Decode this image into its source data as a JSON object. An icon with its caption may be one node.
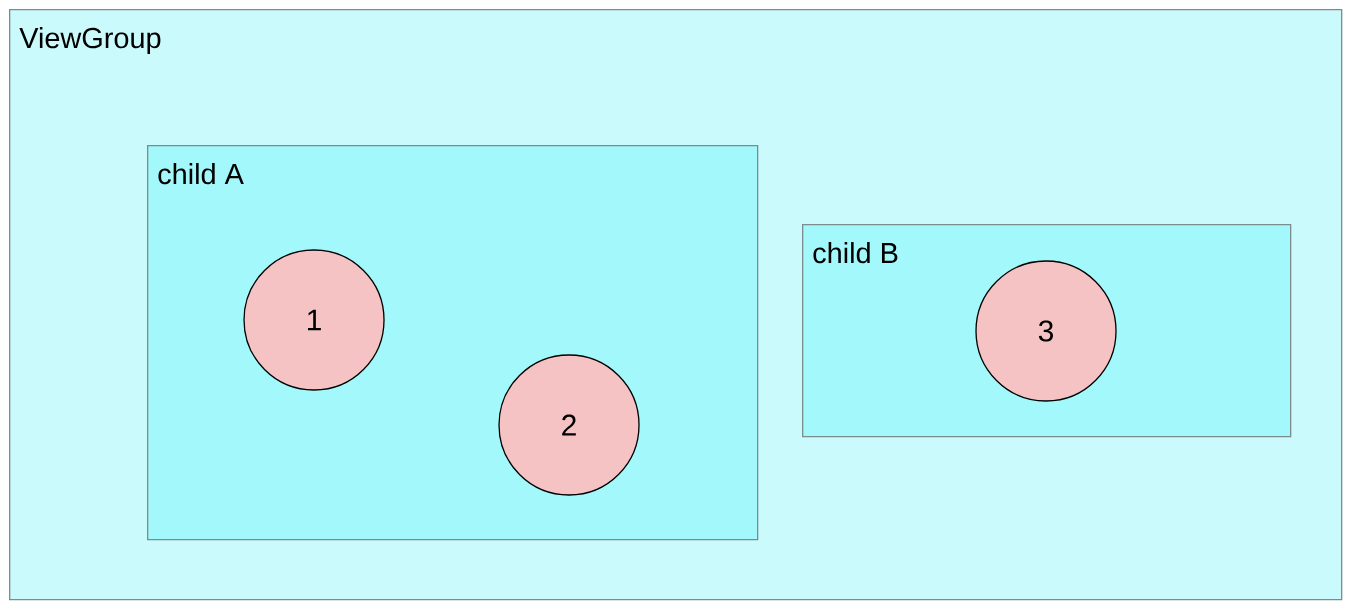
{
  "diagram": {
    "nodes": [
      {
        "text": [
          "ViewGroup"
        ]
      },
      {
        "text": [
          "child A"
        ],
        "in": 0
      },
      {
        "text": [
          "child B"
        ],
        "in": 0
      },
      {
        "text": [
          "1"
        ],
        "in": 1
      },
      {
        "text": [
          "2"
        ],
        "in": 1
      },
      {
        "text": [
          "3"
        ],
        "in": 2
      }
    ]
  }
}
